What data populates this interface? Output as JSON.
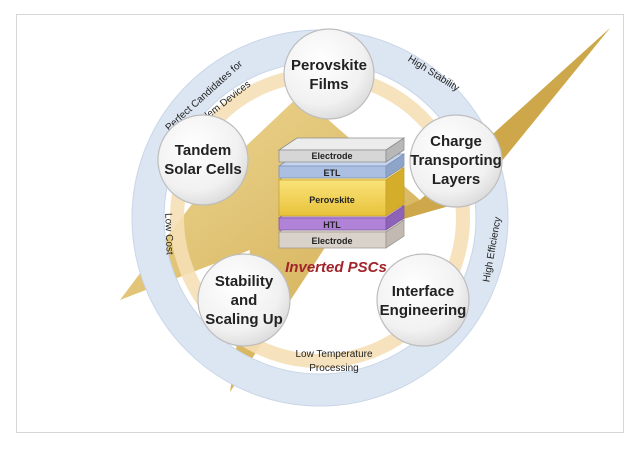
{
  "diagram": {
    "center_title": "Inverted PSCs",
    "nodes": {
      "top": [
        "Perovskite",
        "Films"
      ],
      "right": [
        "Charge",
        "Transporting",
        "Layers"
      ],
      "bottom_right": [
        "Interface",
        "Engineering"
      ],
      "bottom_left": [
        "Stability",
        "and",
        "Scaling Up"
      ],
      "left": [
        "Tandem",
        "Solar Cells"
      ]
    },
    "ring_labels": {
      "top_left": [
        "Perfect Candidates for",
        "Tandem Devices"
      ],
      "top_right": "High Stability",
      "right": "High Efficiency",
      "bottom": [
        "Low Temperature",
        "Processing"
      ],
      "left": "Low Cost"
    },
    "layers": [
      "Electrode",
      "ETL",
      "Perovskite",
      "HTL",
      "Electrode"
    ],
    "colors": {
      "ring": "#dce6f2",
      "inner_band": "#f5dfb5",
      "star_gold": "#d8b55a",
      "node_fill": "#f4f4f4",
      "center_title": "#a0242a"
    }
  }
}
